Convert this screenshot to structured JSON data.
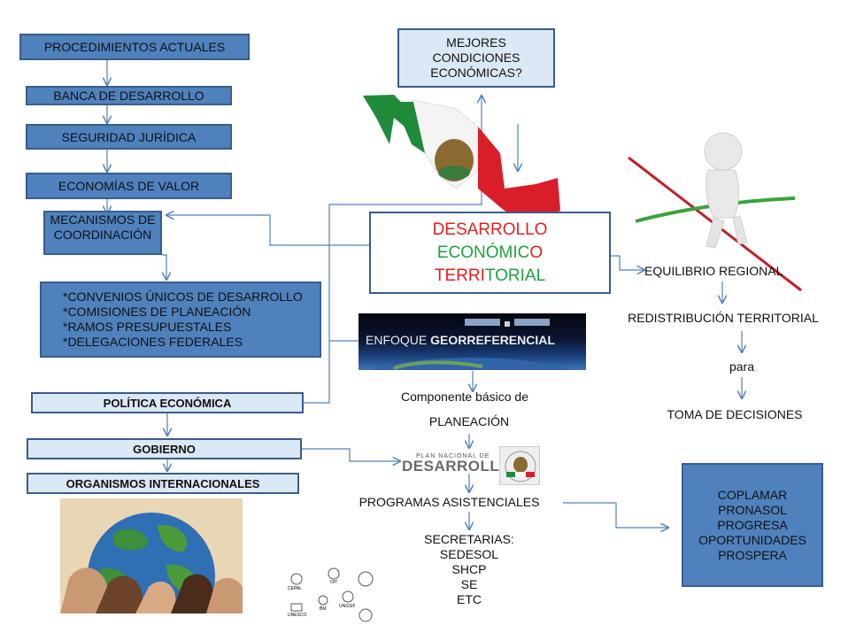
{
  "left_column": {
    "procedimientos": "PROCEDIMIENTOS ACTUALES",
    "banca": "BANCA DE DESARROLLO",
    "seguridad": "SEGURIDAD JURÍDICA",
    "economias": "ECONOMÍAS DE VALOR",
    "mecanismos": "MECANISMOS DE COORDINACIÓN",
    "instrumentos": [
      "*CONVENIOS ÚNICOS DE DESARROLLO",
      "*COMISIONES DE PLANEACIÓN",
      "*RAMOS PRESUPUESTALES",
      "*DELEGACIONES FEDERALES"
    ],
    "politica": "POLÍTICA ECONÓMICA",
    "gobierno": "GOBIERNO",
    "organismos": "ORGANISMOS INTERNACIONALES"
  },
  "top_question": "MEJORES CONDICIONES ECONÓMICAS?",
  "center_title": {
    "line1_a": "DESARROLLO",
    "line2_a": "ECONÓMIC",
    "line2_b": "O",
    "line3_a": "TERRI",
    "line3_b": "TORIAL"
  },
  "enfoque": {
    "prefix": "ENFOQUE ",
    "bold": "GEORREFERENCIAL"
  },
  "componente": "Componente básico de",
  "planeacion": "PLANEACIÓN",
  "plan_logo": {
    "small": "PLAN NACIONAL DE",
    "big": "DESARROLLO"
  },
  "programas": "PROGRAMAS ASISTENCIALES",
  "secretarias": [
    "SECRETARIAS:",
    "SEDESOL",
    "SHCP",
    "SE",
    "ETC"
  ],
  "right_column": {
    "equilibrio": "EQUILIBRIO REGIONAL",
    "redistribucion": "REDISTRIBUCIÓN TERRITORIAL",
    "para": "para",
    "toma": "TOMA DE DECISIONES"
  },
  "programs_box": [
    "COPLAMAR",
    "PRONASOL",
    "PROGRESA",
    "OPORTUNIDADES",
    "PROSPERA"
  ],
  "logos": [
    "CEPAL",
    "OIT",
    "BM",
    "UNICEF",
    "UNESCO"
  ],
  "colors": {
    "box_blue": "#4f81bd",
    "box_light": "#dbe8f5",
    "border": "#385d8a",
    "red": "#e02020",
    "green": "#20a040",
    "arrow": "#4f81bd"
  }
}
